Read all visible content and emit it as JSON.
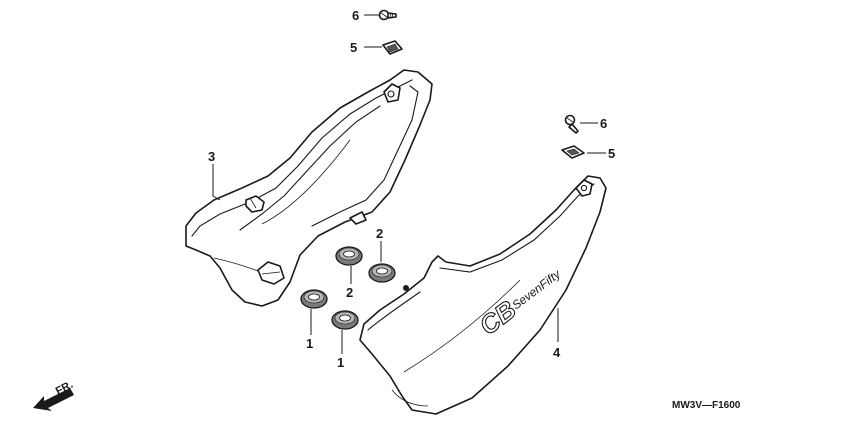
{
  "callouts": {
    "screw_top": "6",
    "clip_top": "5",
    "left_cover": "3",
    "screw_right": "6",
    "clip_right": "5",
    "grommet_upper_right": "2",
    "grommet_upper_left": "2",
    "grommet_lower_left": "1",
    "grommet_lower_right": "1",
    "right_cover": "4"
  },
  "direction_marker": "FR.",
  "diagram_code": "MW3V—F1600",
  "logo": {
    "badge": "CB",
    "model": "SevenFifty"
  }
}
